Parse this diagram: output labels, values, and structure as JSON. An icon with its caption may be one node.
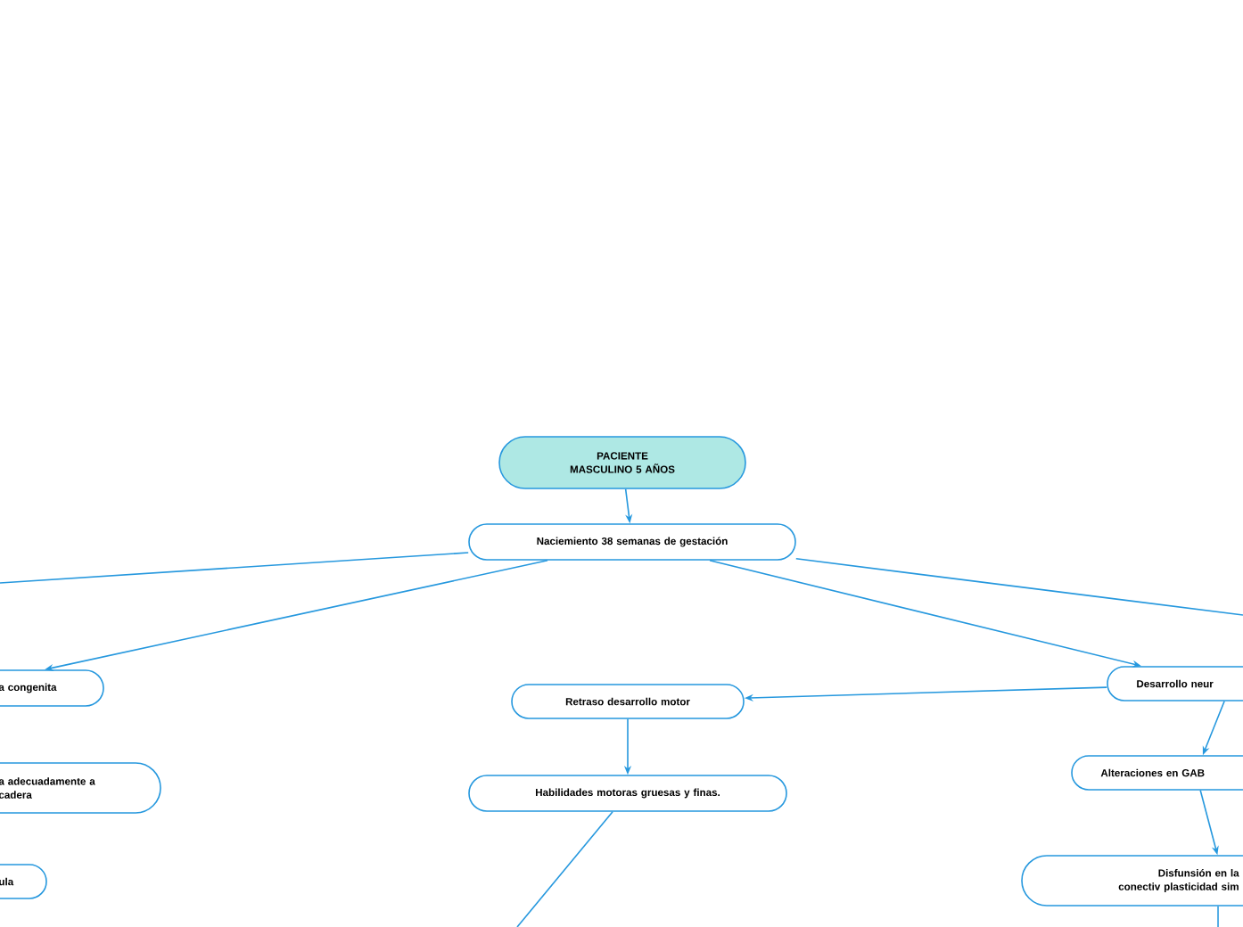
{
  "diagram": {
    "nodes": [
      {
        "text": [
          "PACIENTE MASCULINO 5 AÑOS"
        ]
      },
      {
        "text": [
          "Naciemiento 38 semanas de gestación"
        ]
      },
      {
        "text": [
          "a congenita"
        ]
      },
      {
        "text": [
          "a adecuadamente a cadera"
        ]
      },
      {
        "text": [
          "ula"
        ]
      },
      {
        "text": [
          "Retraso desarrollo motor"
        ]
      },
      {
        "text": [
          "Habilidades motoras gruesas y finas."
        ]
      },
      {
        "text": [
          "Desarrollo neur"
        ]
      },
      {
        "text": [
          "Alteraciones en GAB"
        ]
      },
      {
        "text": [
          "Disfunsión en la conectiv plasticidad sim"
        ]
      }
    ],
    "edges": [
      {
        "from": 0,
        "to": 1,
        "arrow": "to"
      },
      {
        "from": 1,
        "to": null,
        "arrow": "none"
      },
      {
        "from": 1,
        "to": 2,
        "arrow": "to"
      },
      {
        "from": 1,
        "to": 7,
        "arrow": "to"
      },
      {
        "from": 1,
        "to": null,
        "arrow": "none"
      },
      {
        "from": 7,
        "to": 5,
        "arrow": "to"
      },
      {
        "from": 5,
        "to": 6,
        "arrow": "to"
      },
      {
        "from": 7,
        "to": 8,
        "arrow": "to"
      },
      {
        "from": 8,
        "to": 9,
        "arrow": "to"
      },
      {
        "from": 6,
        "to": null,
        "arrow": "none"
      },
      {
        "from": 9,
        "to": null,
        "arrow": "none"
      }
    ]
  }
}
